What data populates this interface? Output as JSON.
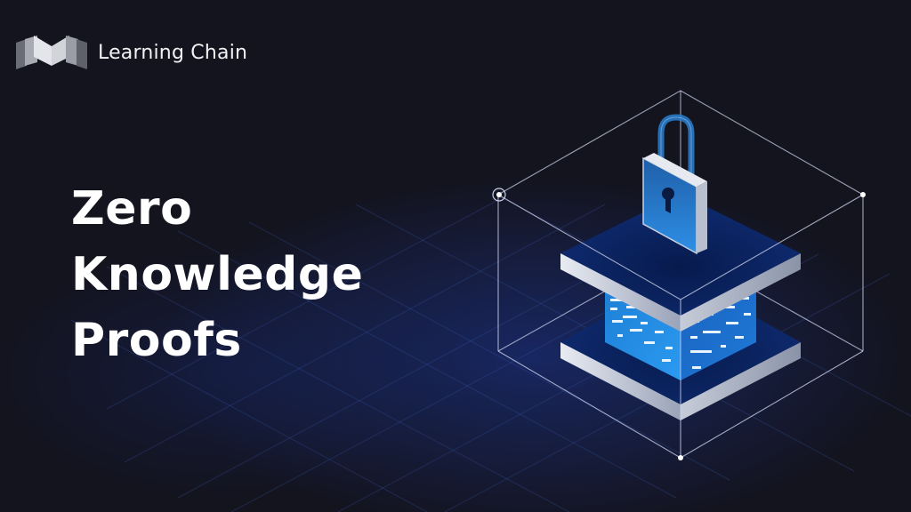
{
  "brand": {
    "name": "Learning Chain",
    "logo_icon": "open-book-m-logo-icon"
  },
  "headline": {
    "lines": [
      "Zero",
      "Knowledge",
      "Proofs"
    ]
  },
  "illustration": {
    "description": "isometric wireframe cube containing a padlock on stacked slabs with glowing data block",
    "icons": [
      "padlock-icon",
      "data-block-icon",
      "wireframe-cube-icon",
      "isometric-grid-floor"
    ]
  },
  "colors": {
    "background": "#14141f",
    "accent_blue": "#2a8ee8",
    "deep_blue": "#0e2a6a",
    "text": "#ffffff",
    "wire": "#c8d0e8"
  }
}
